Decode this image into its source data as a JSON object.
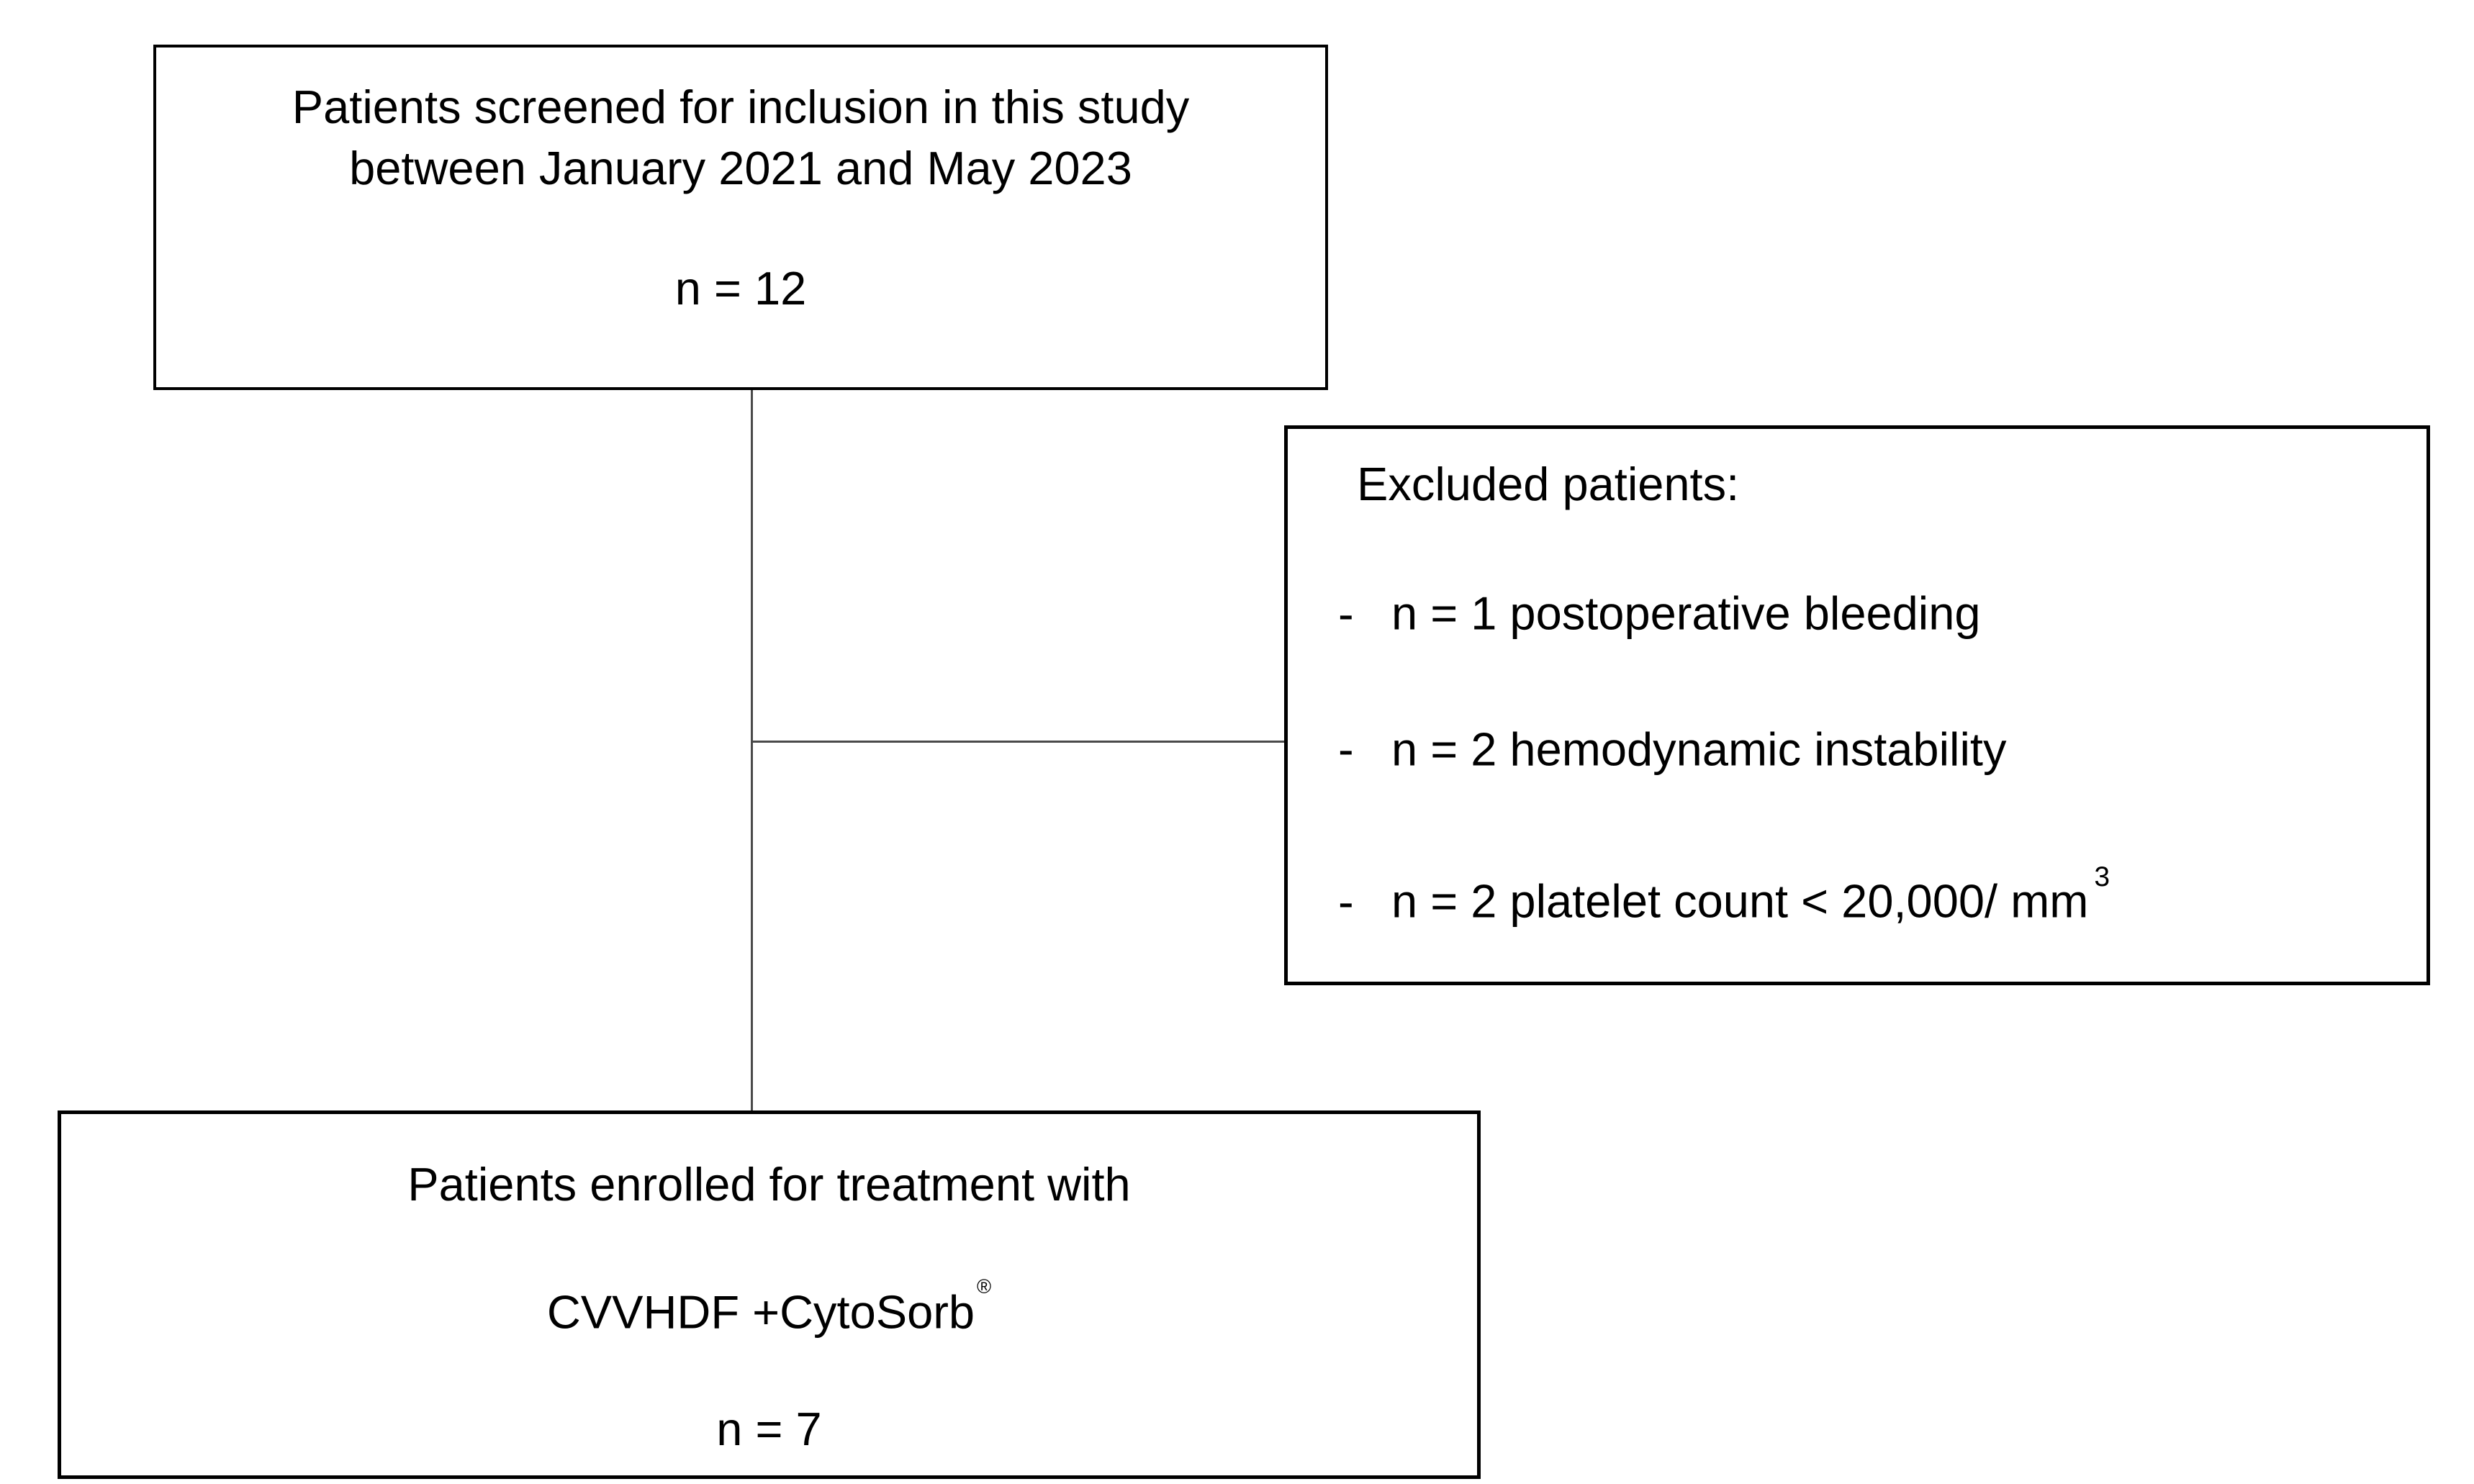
{
  "flowchart": {
    "background": "#ffffff",
    "border_color": "#000000",
    "connector_color": "#4a4a4a",
    "screened_box": {
      "line1": "Patients screened for inclusion in this study",
      "line2": "between January 2021 and May 2023",
      "count": "n = 12"
    },
    "excluded_box": {
      "title": "Excluded patients:",
      "items": [
        {
          "bullet": "-",
          "text": "n = 1 postoperative bleeding",
          "superscript": ""
        },
        {
          "bullet": "-",
          "text": "n = 2 hemodynamic instability",
          "superscript": ""
        },
        {
          "bullet": "-",
          "text": "n = 2 platelet count < 20,000/ mm",
          "superscript": "3"
        }
      ]
    },
    "enrolled_box": {
      "line1": "Patients enrolled for treatment with",
      "line2": "CVVHDF +CytoSorb",
      "line2_superscript": "®",
      "count": "n = 7"
    }
  }
}
